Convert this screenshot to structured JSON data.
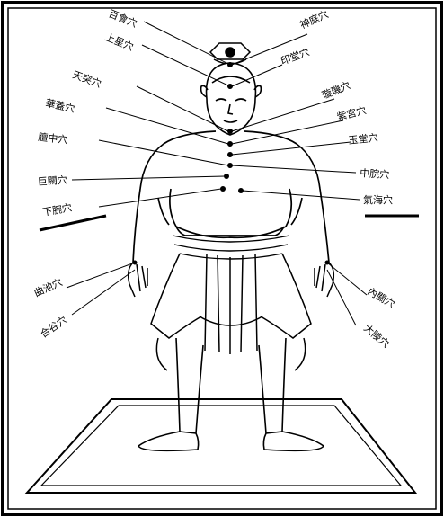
{
  "image": {
    "type": "woodblock acupuncture chart",
    "ink_color": "#000000",
    "paper_color": "#ffffff"
  },
  "labels_left": [
    {
      "text": "百會穴"
    },
    {
      "text": "上星穴"
    },
    {
      "text": "天突穴"
    },
    {
      "text": "華蓋穴"
    },
    {
      "text": "膻中穴"
    },
    {
      "text": "巨闕穴"
    },
    {
      "text": "下腕穴"
    },
    {
      "text": "曲池穴"
    },
    {
      "text": "合谷穴"
    }
  ],
  "labels_right": [
    {
      "text": "神庭穴"
    },
    {
      "text": "印堂穴"
    },
    {
      "text": "璇璣穴"
    },
    {
      "text": "紫宮穴"
    },
    {
      "text": "玉堂穴"
    },
    {
      "text": "中脘穴"
    },
    {
      "text": "氣海穴"
    },
    {
      "text": "內關穴"
    },
    {
      "text": "大陵穴"
    }
  ]
}
